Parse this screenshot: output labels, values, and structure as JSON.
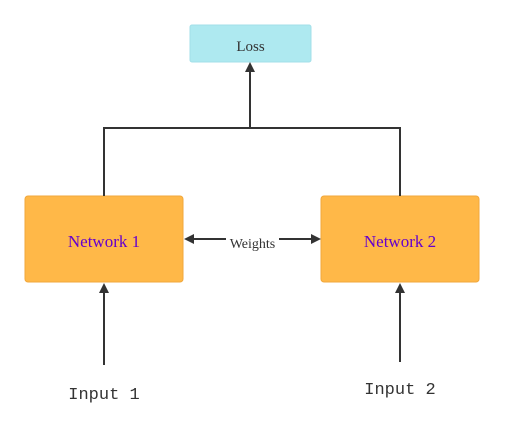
{
  "diagram": {
    "loss": {
      "label": "Loss",
      "fill": "#aee9f0",
      "stroke": "#a3dfe8",
      "text_color": "#333333"
    },
    "network1": {
      "label": "Network 1",
      "fill": "#ffb848",
      "stroke": "#f1a73b",
      "text_color": "#6600cc"
    },
    "network2": {
      "label": "Network 2",
      "fill": "#ffb848",
      "stroke": "#f1a73b",
      "text_color": "#6600cc"
    },
    "weights": {
      "label": "Weights",
      "text_color": "#333333"
    },
    "input1": {
      "label": "Input 1",
      "text_color": "#333333"
    },
    "input2": {
      "label": "Input 2",
      "text_color": "#333333"
    },
    "edge_color": "#333333"
  }
}
